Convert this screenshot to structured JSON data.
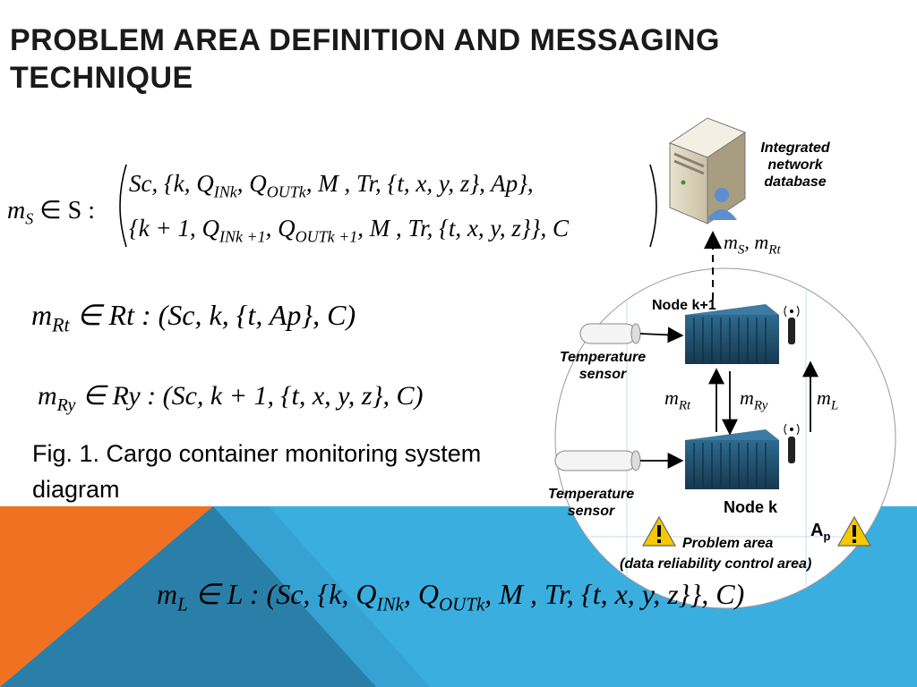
{
  "title": {
    "line1": "PROBLEM AREA DEFINITION AND MESSAGING",
    "line2": "TECHNIQUE"
  },
  "equations": {
    "m_s_lhs": "m",
    "m_s_lhs_sub": "S",
    "m_s_set": "∈ S :",
    "m_s_row1": "Sc, {k, Q",
    "m_s_row1_sub1": "INk",
    "m_s_row1_b": ", Q",
    "m_s_row1_sub2": "OUTk",
    "m_s_row1_c": ", M , Tr, {t, x, y, z}, Ap},",
    "m_s_row2": "{k + 1, Q",
    "m_s_row2_sub1": "INk +1",
    "m_s_row2_b": ", Q",
    "m_s_row2_sub2": "OUTk +1",
    "m_s_row2_c": ", M , Tr, {t, x, y, z}}, C",
    "m_rt": "m",
    "m_rt_sub": "Rt",
    "m_rt_body": "∈ Rt : (Sc, k, {t, Ap}, C)",
    "m_ry": "m",
    "m_ry_sub": "Ry",
    "m_ry_body": "∈ Ry : (Sc, k + 1, {t, x, y, z}, C)",
    "m_l": "m",
    "m_l_sub": "L",
    "m_l_body1": "∈ L : (Sc, {k, Q",
    "m_l_sub1": "INk",
    "m_l_body2": ", Q",
    "m_l_sub2": "OUTk",
    "m_l_body3": ", M , Tr, {t, x, y, z}}, C)"
  },
  "caption": {
    "label": "Fig. 1",
    "text": ". Cargo container monitoring system diagram"
  },
  "diagram": {
    "database_label": "Integrated network database",
    "database_label_lines": [
      "Integrated",
      "network",
      "database"
    ],
    "node_k1": "Node k+1",
    "node_k": "Node k",
    "temp_sensor_top": [
      "Temperature",
      "sensor"
    ],
    "temp_sensor_bottom": [
      "Temperature",
      "sensor"
    ],
    "problem_area": "Problem area",
    "problem_area_sub": "(data reliability control area)",
    "ap_label": "A",
    "ap_sub": "p",
    "msg_top": "m",
    "msg_top_sub": "S",
    "msg_top_2": ", m",
    "msg_top_sub2": "Rt",
    "msg_rt": "m",
    "msg_rt_sub": "Rt",
    "msg_ry": "m",
    "msg_ry_sub": "Ry",
    "msg_l": "m",
    "msg_l_sub": "L"
  },
  "colors": {
    "orange": "#f07122",
    "blue": "#3baee0",
    "dark_blue": "#2a7fa8",
    "container": "#1f4e6e",
    "warning": "#f5c800"
  }
}
